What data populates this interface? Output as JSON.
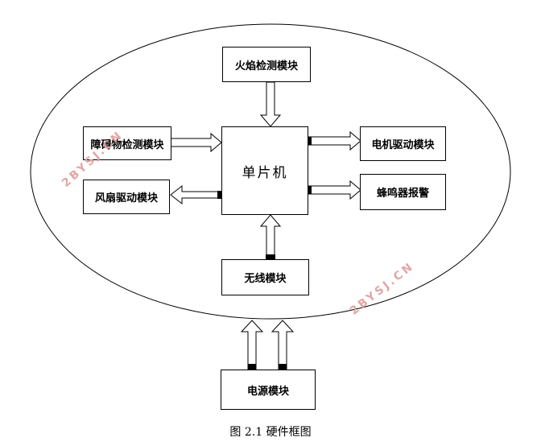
{
  "blocks": {
    "flame": "火焰检测模块",
    "obstacle": "障碍物检测模块",
    "fan": "风扇驱动模块",
    "mcu": "单片机",
    "motor": "电机驱动模块",
    "buzzer": "蜂鸣器报警",
    "wireless": "无线模块",
    "power": "电源模块"
  },
  "watermarks": [
    "2BYSJ.CN",
    "2BYSJ.CN"
  ],
  "caption": "图 2.1   硬件框图",
  "colors": {
    "line": "#000000",
    "watermark": "#e4a0a0"
  }
}
